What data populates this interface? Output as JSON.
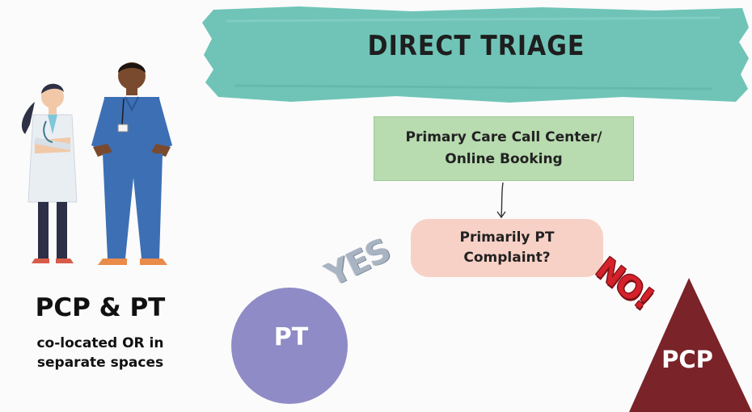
{
  "banner": {
    "title": "DIRECT TRIAGE",
    "color": "#6fc4b7"
  },
  "left": {
    "title": "PCP & PT",
    "subtitle_line1": "co-located OR in",
    "subtitle_line2": "separate spaces"
  },
  "flow": {
    "callcenter_line1": "Primary Care Call Center/",
    "callcenter_line2": "Online Booking",
    "question_line1": "Primarily PT",
    "question_line2": "Complaint?",
    "yes_label": "YES",
    "no_label": "NO!"
  },
  "nodes": {
    "pt_label": "PT",
    "pcp_label": "PCP",
    "pt_color": "#8f8bc6",
    "pcp_color": "#7a2328"
  }
}
